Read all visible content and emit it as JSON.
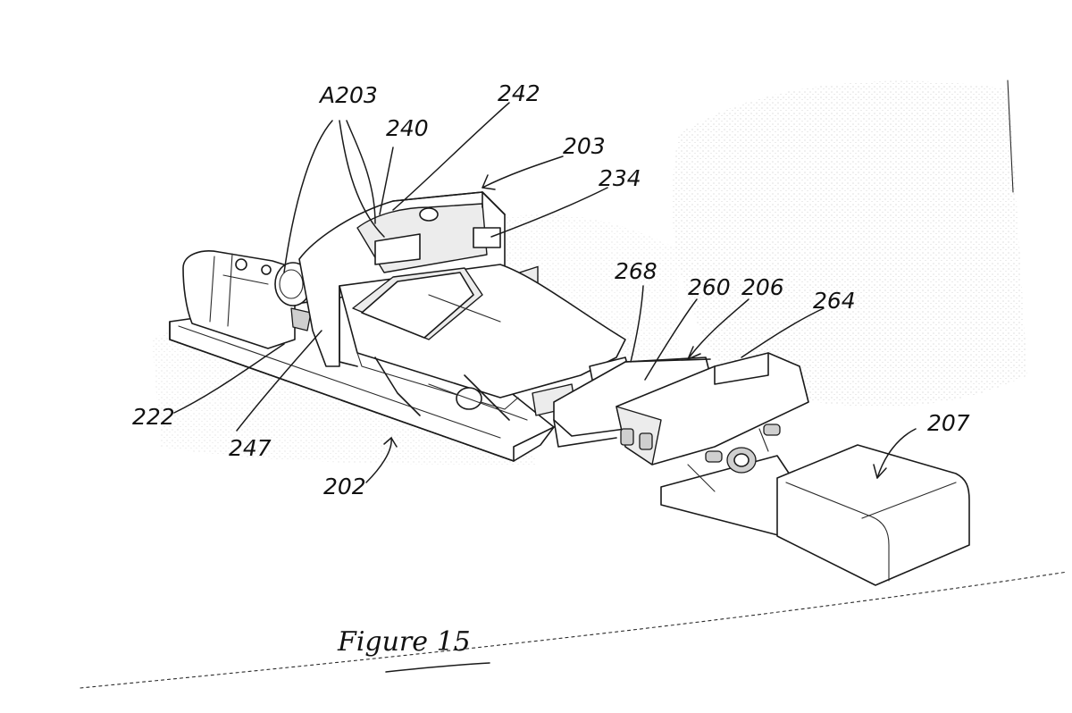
{
  "figure": {
    "caption": "Figure 15",
    "labels": {
      "a203": "A203",
      "l242": "242",
      "l240": "240",
      "l203": "203",
      "l234": "234",
      "l268": "268",
      "l260": "260",
      "l206": "206",
      "l264": "264",
      "l207": "207",
      "l222": "222",
      "l247": "247",
      "l202": "202"
    }
  }
}
